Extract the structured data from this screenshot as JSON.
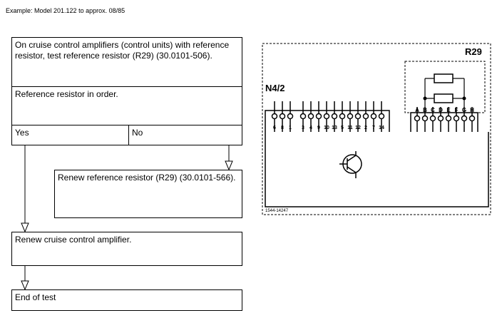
{
  "header": {
    "example_text": "Example: Model 201.122 to approx. 08/85"
  },
  "flow": {
    "step1": "On cruise control amplifiers (control units) with reference resistor, test reference resistor (R29) (30.0101-506).",
    "step2": "Reference resistor in order.",
    "yes_label": "Yes",
    "no_label": "No",
    "renew_resistor": "Renew reference resistor (R29) (30.0101-566).",
    "renew_amplifier": "Renew cruise control amplifier.",
    "end": "End of test"
  },
  "diagram": {
    "n42_label": "N4/2",
    "r29_label": "R29",
    "left_pins": [
      "6",
      "8",
      "1",
      "3",
      "4",
      "9",
      "10",
      "13",
      "5",
      "11",
      "12",
      "2",
      "7",
      "14"
    ],
    "right_pins": [
      "A",
      "B",
      "C",
      "D",
      "E",
      "F",
      "G",
      "H"
    ],
    "ref_code": "1544-14247"
  }
}
